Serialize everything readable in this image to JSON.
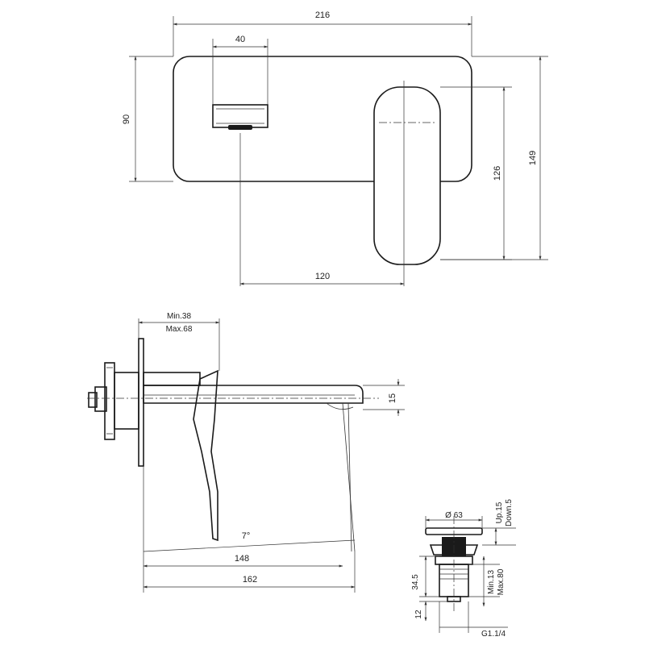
{
  "colors": {
    "line": "#1a1a1a",
    "background": "#ffffff"
  },
  "front_view": {
    "width_label": "216",
    "spout_width_label": "40",
    "plate_height_label": "90",
    "handle_height_label": "126",
    "total_height_label": "149",
    "spout_handle_distance_label": "120"
  },
  "side_view": {
    "wall_thickness_min_label": "Min.38",
    "wall_thickness_max_label": "Max.68",
    "spout_height_label": "15",
    "angle_label": "7°",
    "reach_label": "148",
    "total_reach_label": "162"
  },
  "drain_view": {
    "diameter_label": "Ø 63",
    "up_label": "Up.15",
    "down_label": "Down.5",
    "min_label": "Min.13",
    "max_label": "Max.80",
    "body_height_label": "34.5",
    "thread_height_label": "12",
    "thread_label": "G1.1/4"
  }
}
